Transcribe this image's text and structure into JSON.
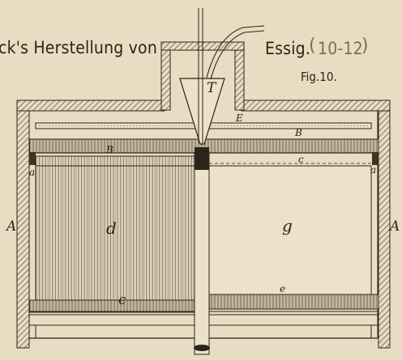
{
  "caption": {
    "title": "ck's Herstellung von",
    "word": "Essig.",
    "pages": "10-12",
    "figure": "Fig.10."
  },
  "labels": {
    "T": "T",
    "E": "E",
    "B_right": "B",
    "B_left": "B",
    "c_upper": "c",
    "a_left": "a",
    "a_right": "a",
    "A_left": "A",
    "A_right": "A",
    "d": "d",
    "g": "g",
    "e": "e",
    "c_lower": "c"
  },
  "colors": {
    "paper": "#e8dcc3",
    "ink": "#2b2418",
    "hatch": "#5a4e3c"
  }
}
